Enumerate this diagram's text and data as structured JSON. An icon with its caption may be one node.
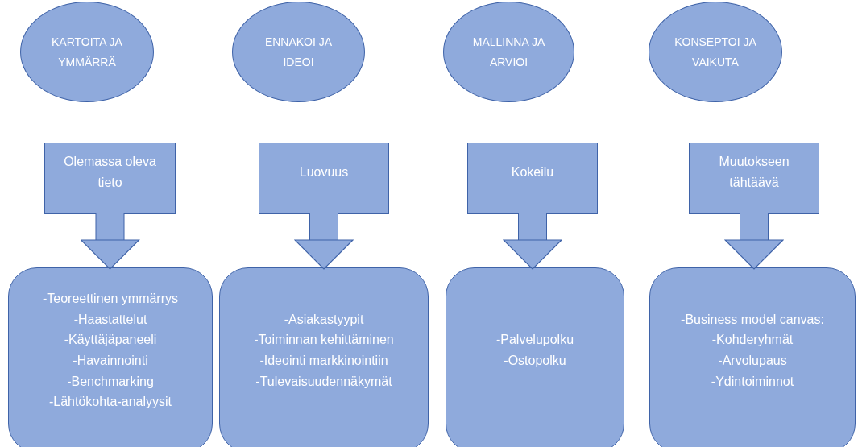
{
  "diagram": {
    "nodes": [
      {
        "text": [
          "KARTOITA JA YMMÄRRÄ"
        ]
      },
      {
        "text": [
          "ENNAKOI JA IDEOI"
        ]
      },
      {
        "text": [
          "MALLINNA JA ARVIOI"
        ]
      },
      {
        "text": [
          "KONSEPTOI JA VAIKUTA"
        ]
      },
      {
        "text": [
          "Olemassa oleva tieto"
        ]
      },
      {
        "text": [
          "Luovuus"
        ]
      },
      {
        "text": [
          "Kokeilu"
        ]
      },
      {
        "text": [
          "Muutokseen tähtäävä"
        ]
      },
      {
        "text": [
          "-Teoreettinen ymmärrys",
          "-Haastattelut",
          "-Käyttäjäpaneeli",
          "-Havainnointi",
          "-Benchmarking",
          "-Lähtökohta-analyysit"
        ]
      },
      {
        "text": [
          "-Asiakastyypit",
          "-Toiminnan kehittäminen",
          "-Ideointi markkinointiin",
          "-Tulevaisuudennäkymät"
        ]
      },
      {
        "text": [
          "-Palvelupolku",
          "-Ostopolku"
        ]
      },
      {
        "text": [
          "-Business model canvas:",
          "-Kohderyhmät",
          "-Arvolupaus",
          "-Ydintoiminnot"
        ]
      }
    ],
    "edges": [
      {
        "from": 4,
        "to": 8,
        "arrow": "to"
      },
      {
        "from": 5,
        "to": 9,
        "arrow": "to"
      },
      {
        "from": 6,
        "to": 10,
        "arrow": "to"
      },
      {
        "from": 7,
        "to": 11,
        "arrow": "to"
      }
    ]
  }
}
